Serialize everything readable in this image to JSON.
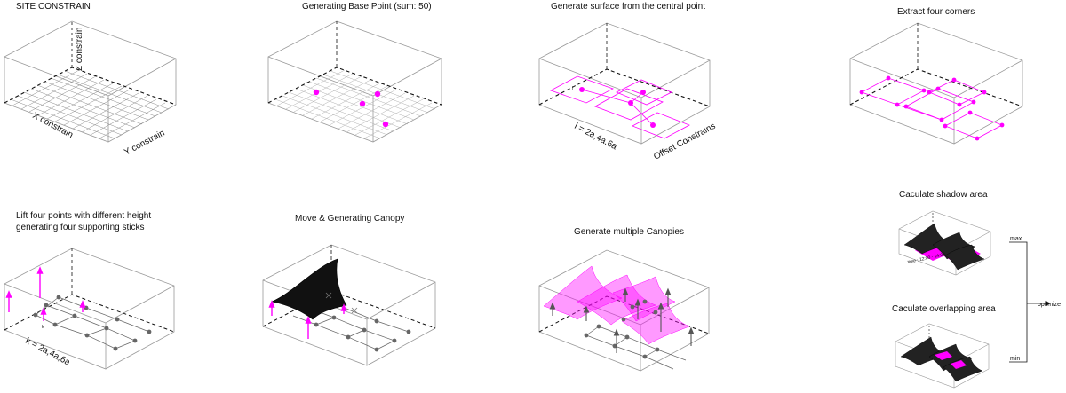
{
  "colors": {
    "magenta": "#ff00ff",
    "dark": "#111111",
    "grey": "#777777",
    "line": "#9a9a9a"
  },
  "panels": {
    "site": {
      "title": "SITE CONSTRAIN",
      "x_label": "X constrain",
      "y_label": "Y constrain",
      "z_label": "Z constrain"
    },
    "base": {
      "title": "Generating Base Point (sum: 50)"
    },
    "surface": {
      "title": "Generate surface from the central point",
      "l_label": "l = 2a,4a,6a",
      "offset_label": "Offset Constrains",
      "l_mark": "l"
    },
    "corners": {
      "title": "Extract four corners"
    },
    "lift": {
      "title_line1": "Lift four points with different height",
      "title_line2": "generating four supporting sticks",
      "k_label": "k = 2a,4a,6a",
      "k_mark": "k"
    },
    "move": {
      "title": "Move & Generating Canopy"
    },
    "multi": {
      "title": "Generate multiple Canopies"
    },
    "shadow": {
      "title": "Caculate shadow area",
      "caption": "time : 12:00 - 14:00"
    },
    "overlap": {
      "title": "Caculate overlapping area"
    },
    "optimize": {
      "max": "max",
      "min": "min",
      "label": "optimize"
    }
  }
}
